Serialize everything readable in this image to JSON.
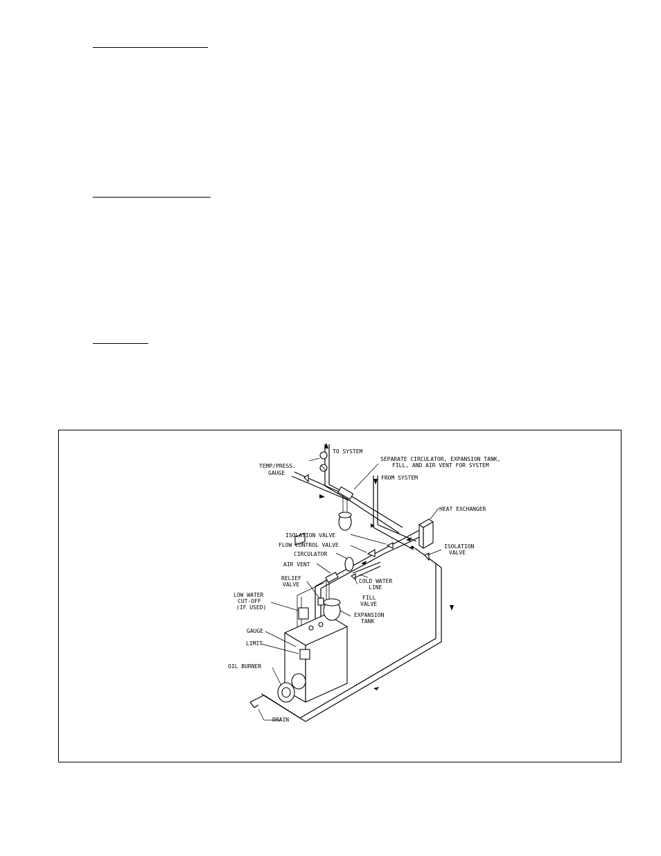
{
  "diagram": {
    "labels": {
      "to_system": "TO SYSTEM",
      "temp_press_1": "TEMP/PRESS.",
      "temp_press_2": "GAUGE",
      "separate_1": "SEPARATE CIRCULATOR, EXPANSION TANK,",
      "separate_2": "FILL, AND AIR VENT FOR SYSTEM",
      "from_system": "FROM SYSTEM",
      "heat_exchanger": "HEAT EXCHANGER",
      "isolation_valve_1": "ISOLATION VALVE",
      "isolation_valve_2a": "ISOLATION",
      "isolation_valve_2b": "VALVE",
      "flow_control_valve": "FLOW CONTROL VALVE",
      "circulator": "CIRCULATOR",
      "air_vent": "AIR VENT",
      "relief_valve_1": "RELIEF",
      "relief_valve_2": "VALVE",
      "cold_water_1": "COLD WATER",
      "cold_water_2": "LINE",
      "fill_valve_1": "FILL",
      "fill_valve_2": "VALVE",
      "low_water_1": "LOW WATER",
      "low_water_2": "CUT-OFF",
      "low_water_3": "(IF USED)",
      "expansion_tank_1": "EXPANSION",
      "expansion_tank_2": "TANK",
      "gauge": "GAUGE",
      "limit": "LIMIT",
      "oil_burner": "OIL BURNER",
      "drain": "DRAIN"
    }
  }
}
